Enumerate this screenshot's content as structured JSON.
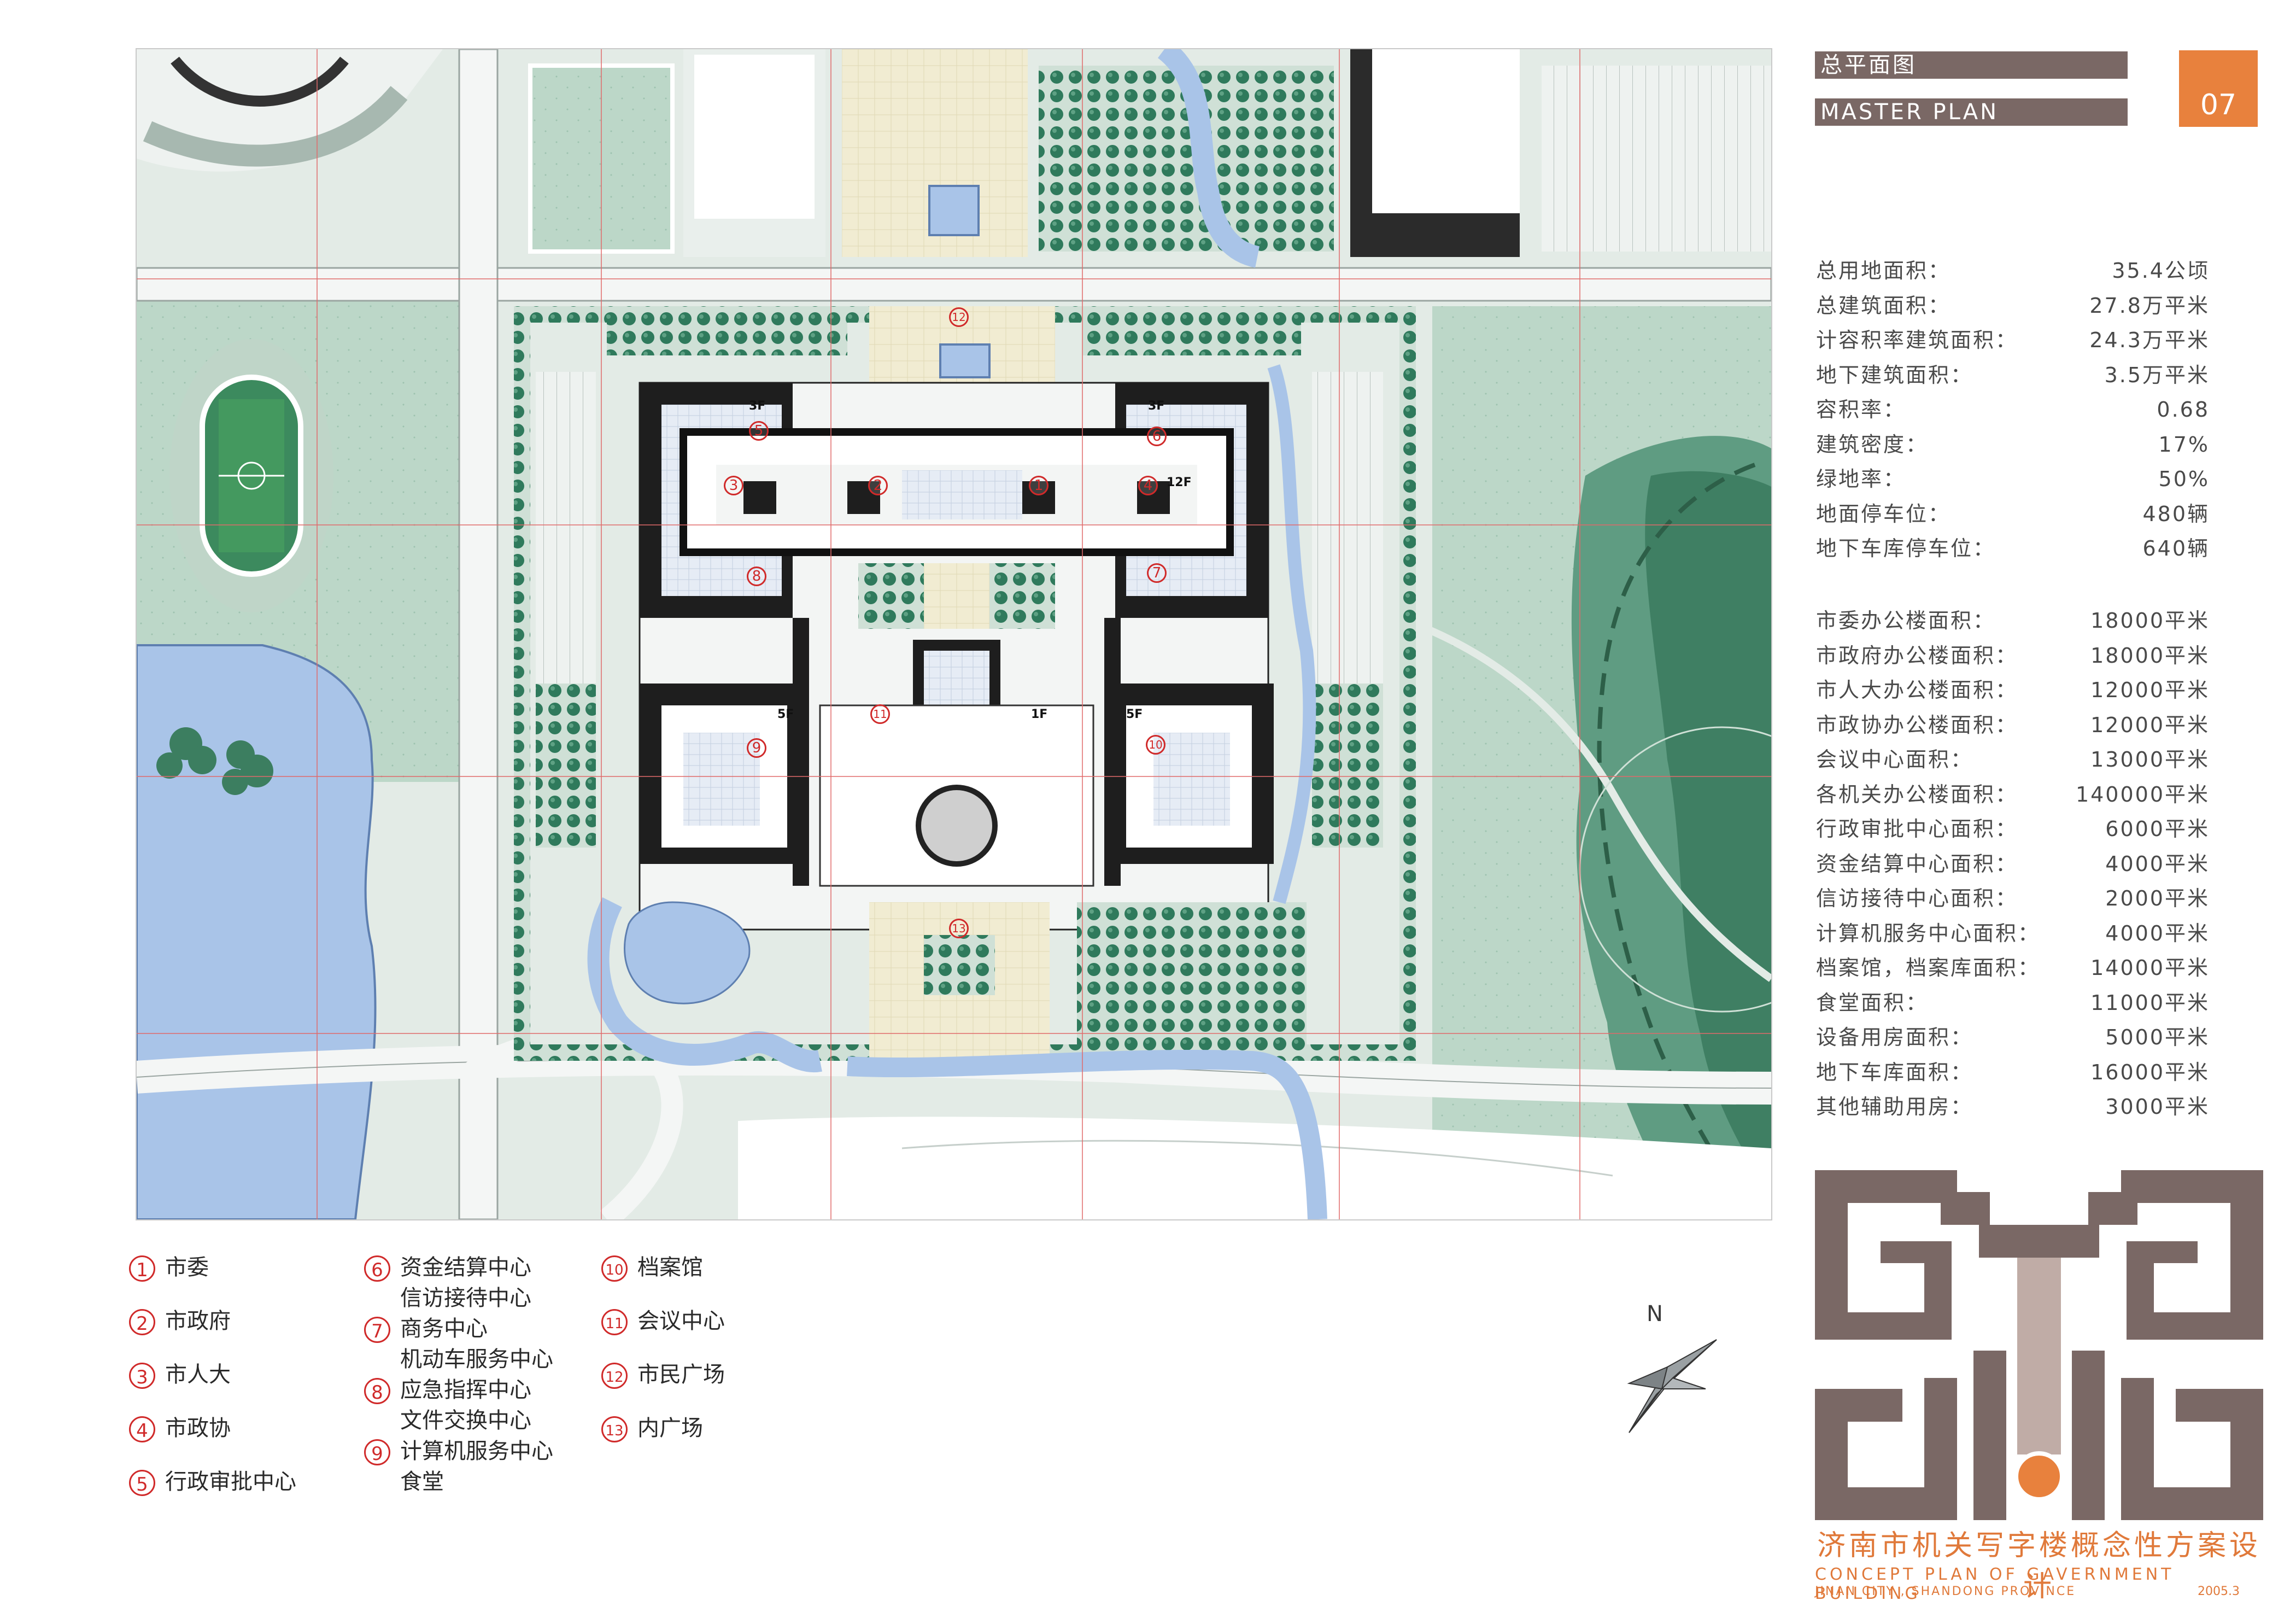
{
  "header": {
    "title_cn": "总平面图",
    "title_en": "MASTER PLAN",
    "page_number": "07"
  },
  "stats_group1": [
    {
      "label": "总用地面积：",
      "value": "35.4公顷"
    },
    {
      "label": "总建筑面积：",
      "value": "27.8万平米"
    },
    {
      "label": "计容积率建筑面积：",
      "value": "24.3万平米"
    },
    {
      "label": "地下建筑面积：",
      "value": "3.5万平米"
    },
    {
      "label": "容积率：",
      "value": "0.68"
    },
    {
      "label": "建筑密度：",
      "value": "17%"
    },
    {
      "label": "绿地率：",
      "value": "50%"
    },
    {
      "label": "地面停车位：",
      "value": "480辆"
    },
    {
      "label": "地下车库停车位：",
      "value": "640辆"
    }
  ],
  "stats_group2": [
    {
      "label": "市委办公楼面积：",
      "value": "18000平米"
    },
    {
      "label": "市政府办公楼面积：",
      "value": "18000平米"
    },
    {
      "label": "市人大办公楼面积：",
      "value": "12000平米"
    },
    {
      "label": "市政协办公楼面积：",
      "value": "12000平米"
    },
    {
      "label": "会议中心面积：",
      "value": "13000平米"
    },
    {
      "label": "各机关办公楼面积：",
      "value": "140000平米"
    },
    {
      "label": "行政审批中心面积：",
      "value": "6000平米"
    },
    {
      "label": "资金结算中心面积：",
      "value": "4000平米"
    },
    {
      "label": "信访接待中心面积：",
      "value": "2000平米"
    },
    {
      "label": "计算机服务中心面积：",
      "value": "4000平米"
    },
    {
      "label": "档案馆，档案库面积：",
      "value": "14000平米"
    },
    {
      "label": "食堂面积：",
      "value": "11000平米"
    },
    {
      "label": "设备用房面积：",
      "value": "5000平米"
    },
    {
      "label": "地下车库面积：",
      "value": "16000平米"
    },
    {
      "label": "其他辅助用房：",
      "value": "3000平米"
    }
  ],
  "legend": {
    "col1": [
      {
        "num": "1",
        "lines": [
          "市委"
        ]
      },
      {
        "num": "2",
        "lines": [
          "市政府"
        ]
      },
      {
        "num": "3",
        "lines": [
          "市人大"
        ]
      },
      {
        "num": "4",
        "lines": [
          "市政协"
        ]
      },
      {
        "num": "5",
        "lines": [
          "行政审批中心"
        ]
      }
    ],
    "col2": [
      {
        "num": "6",
        "lines": [
          "资金结算中心",
          "信访接待中心"
        ]
      },
      {
        "num": "7",
        "lines": [
          "商务中心",
          "机动车服务中心"
        ]
      },
      {
        "num": "8",
        "lines": [
          "应急指挥中心",
          "文件交换中心"
        ]
      },
      {
        "num": "9",
        "lines": [
          "计算机服务中心",
          "食堂"
        ]
      }
    ],
    "col3": [
      {
        "num": "10",
        "lines": [
          "档案馆"
        ]
      },
      {
        "num": "11",
        "lines": [
          "会议中心"
        ]
      },
      {
        "num": "12",
        "lines": [
          "市民广场"
        ]
      },
      {
        "num": "13",
        "lines": [
          "内广场"
        ]
      }
    ]
  },
  "plan_markers": [
    "1",
    "2",
    "3",
    "4",
    "5",
    "6",
    "7",
    "8",
    "9",
    "10",
    "11",
    "12",
    "13"
  ],
  "floor_labels": [
    "3F",
    "3F",
    "12F",
    "5F",
    "1F",
    "5F"
  ],
  "north_label": "N",
  "footer": {
    "title_cn": "济南市机关写字楼概念性方案设计",
    "title_en": "CONCEPT PLAN OF GAVERNMENT BUILDING",
    "subtitle_en": "JINAN CITY , SHANDONG PROVINCE",
    "date": "2005.3"
  },
  "colors": {
    "brand_brown": "#7a6865",
    "accent_orange": "#e8813d",
    "marker_red": "#d02a2a",
    "water_blue": "#a9c4e8",
    "green": "#2f7a5c"
  }
}
